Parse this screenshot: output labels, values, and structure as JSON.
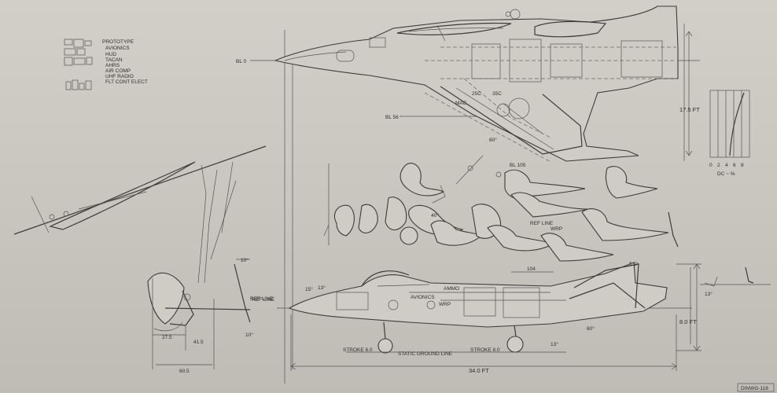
{
  "legend": {
    "title": "PROTOTYPE",
    "items": [
      "AVIONICS",
      "HUD",
      "TACAN",
      "AHRS",
      "AIR COMP",
      "UHF RADIO",
      "FLT CONT ELECT"
    ]
  },
  "plan_view": {
    "bl0": "BL 0",
    "bl56": "BL 56",
    "bl105": "BL 105",
    "mac": "MAC",
    "pct25": "25C",
    "pct35": "35C",
    "angle": "60°",
    "span": "17.5 FT"
  },
  "side_view": {
    "ref_line": "REF LINE",
    "ammo": "AMMO",
    "avionics": "AVIONICS",
    "wrp": "WRP",
    "static_ground_line": "STATIC GROUND LINE",
    "stroke_front": "STROKE 6.0",
    "stroke_rear": "STROKE 8.0",
    "length": "34.0 FT",
    "height": "8.0 FT",
    "dim_104": "104",
    "angle_15a": "15°",
    "angle_13": "13°",
    "angle_13b": "13°",
    "angle_60": "60°",
    "angle_5": "5.5°"
  },
  "sections": {
    "ref_line": "REF LINE",
    "wrp": "WRP",
    "angle_40": "40°"
  },
  "front_view": {
    "ref_line": "REF LINE",
    "dim_275": "27.5",
    "dim_415": "41.5",
    "dim_605": "60.5",
    "angle_10": "10°",
    "angle_10b": "10°"
  },
  "small_chart": {
    "xticks": [
      "0",
      "2",
      "4",
      "6",
      "8"
    ],
    "xlabel": "DC ~ %"
  },
  "right_detail": {
    "angle": "13°"
  },
  "title_block": {
    "code": "DINWG-118"
  }
}
